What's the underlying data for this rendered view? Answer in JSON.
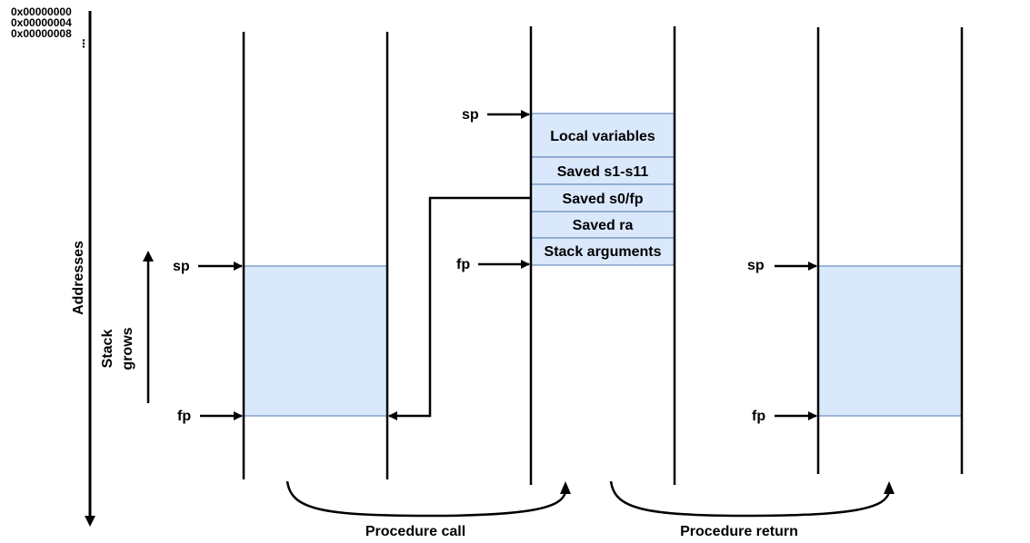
{
  "address_labels": [
    "0x00000000",
    "0x00000004",
    "0x00000008",
    "⋮"
  ],
  "axis": {
    "addresses_label": "Addresses",
    "stack_grows_line1": "Stack",
    "stack_grows_line2": "grows"
  },
  "colors": {
    "frame_fill": "#dae8fc",
    "frame_stroke": "#6c8ebf",
    "line": "#000000"
  },
  "before_call": {
    "sp_label": "sp",
    "fp_label": "fp"
  },
  "during_call": {
    "sp_label": "sp",
    "fp_label": "fp",
    "cells": [
      "Local variables",
      "Saved s1-s11",
      "Saved s0/fp",
      "Saved ra",
      "Stack arguments"
    ]
  },
  "after_return": {
    "sp_label": "sp",
    "fp_label": "fp"
  },
  "captions": {
    "call": "Procedure call",
    "return": "Procedure return"
  }
}
